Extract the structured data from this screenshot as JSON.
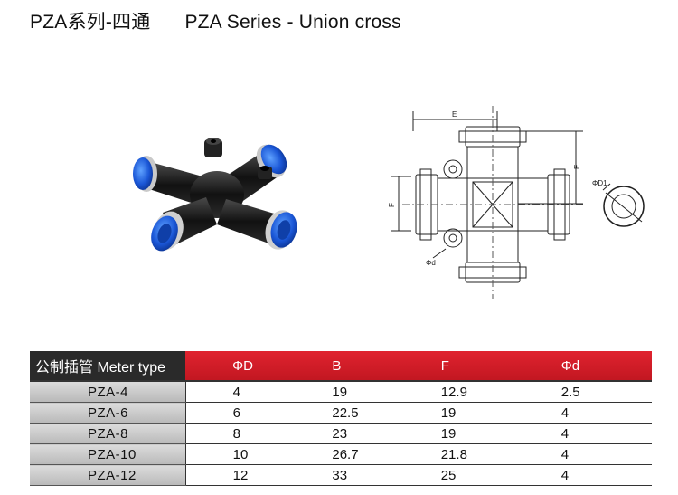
{
  "header": {
    "title_cn": "PZA系列-四通",
    "title_en": "PZA Series - Union cross"
  },
  "drawing": {
    "label_E_top": "E",
    "label_E_side": "E",
    "label_F": "F",
    "label_phi_d": "Φd",
    "label_phi_D1": "ΦD1"
  },
  "table": {
    "headers": [
      "公制插管 Meter type",
      "ΦD",
      "B",
      "F",
      "Φd"
    ],
    "rows": [
      {
        "model": "PZA-4",
        "D": "4",
        "B": "19",
        "F": "12.9",
        "d": "2.5"
      },
      {
        "model": "PZA-6",
        "D": "6",
        "B": "22.5",
        "F": "19",
        "d": "4"
      },
      {
        "model": "PZA-8",
        "D": "8",
        "B": "23",
        "F": "19",
        "d": "4"
      },
      {
        "model": "PZA-10",
        "D": "10",
        "B": "26.7",
        "F": "21.8",
        "d": "4"
      },
      {
        "model": "PZA-12",
        "D": "12",
        "B": "33",
        "F": "25",
        "d": "4"
      }
    ]
  },
  "colors": {
    "header_red": "#d61d27",
    "header_dark": "#2a2a2a",
    "fitting_blue": "#1f5fd8",
    "fitting_black": "#1a1a1a"
  }
}
